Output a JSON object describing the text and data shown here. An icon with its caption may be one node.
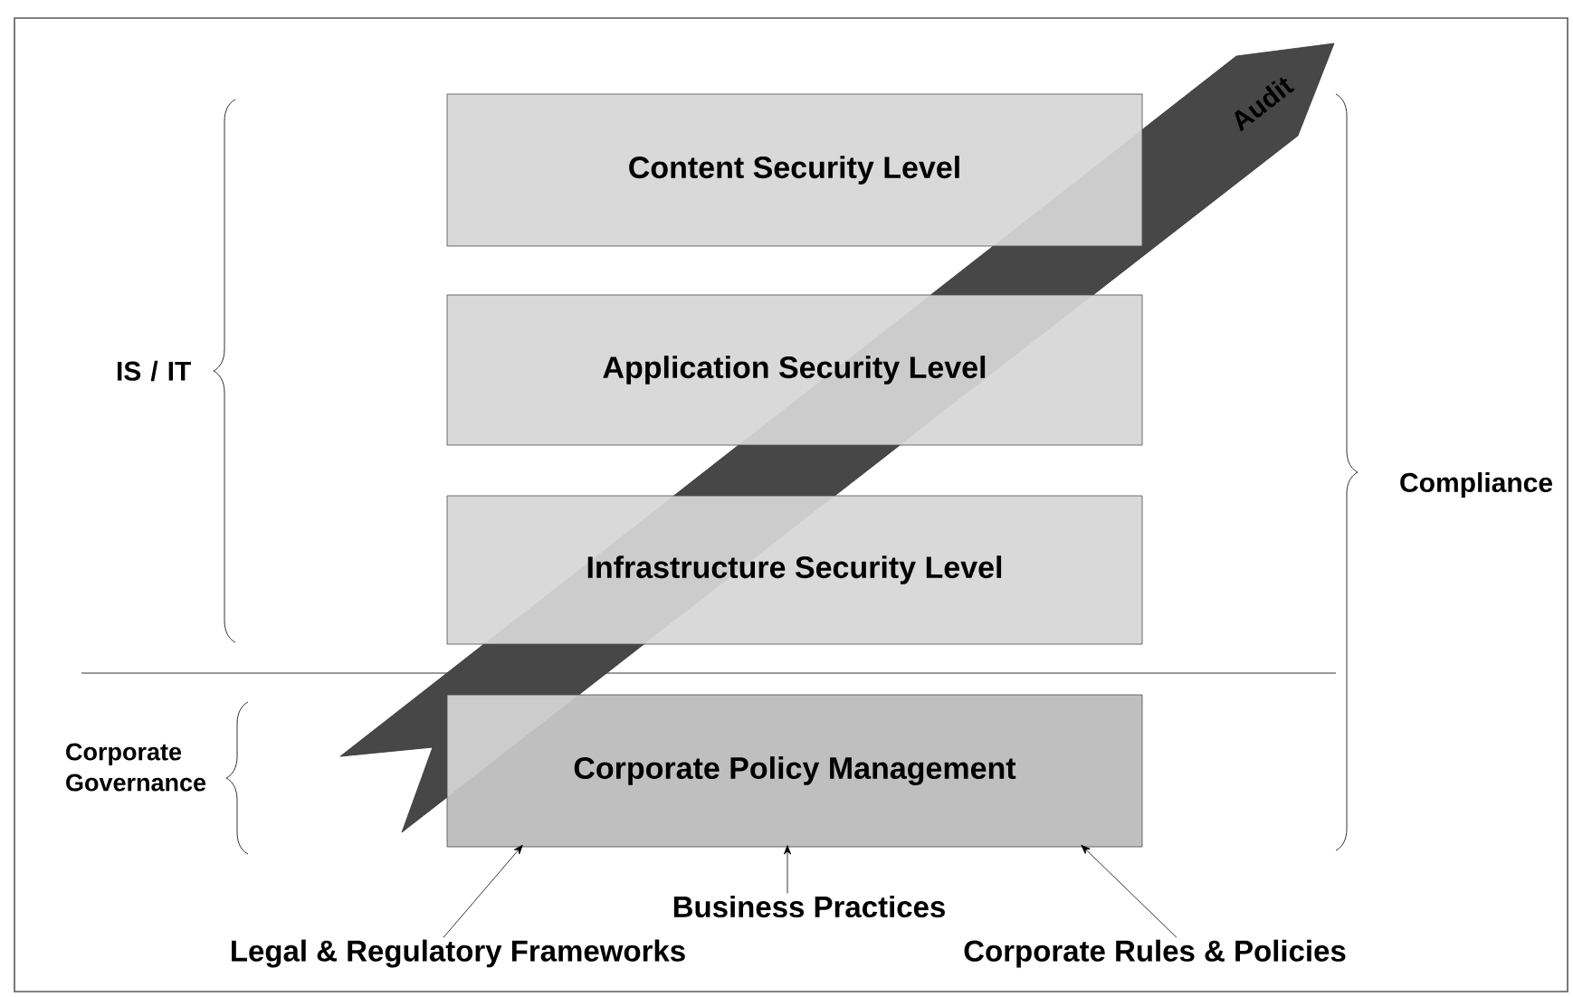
{
  "diagram": {
    "nodes": [
      {
        "text": [
          "Content Security Level"
        ]
      },
      {
        "text": [
          "Application Security Level"
        ]
      },
      {
        "text": [
          "Infrastructure Security Level"
        ]
      },
      {
        "text": [
          "Corporate Policy Management"
        ]
      },
      {
        "text": [
          "Legal & Regulatory Frameworks"
        ]
      },
      {
        "text": [
          "Business Practices"
        ]
      },
      {
        "text": [
          "Corporate Rules & Policies"
        ]
      },
      {
        "text": [
          "Audit"
        ]
      }
    ],
    "edges": [
      {
        "from": 4,
        "to": 3,
        "arrow": "to"
      },
      {
        "from": 5,
        "to": 3,
        "arrow": "to"
      },
      {
        "from": 6,
        "to": 3,
        "arrow": "to"
      }
    ],
    "labels": [
      "IS / IT",
      "Compliance",
      "Corporate Governance"
    ]
  }
}
